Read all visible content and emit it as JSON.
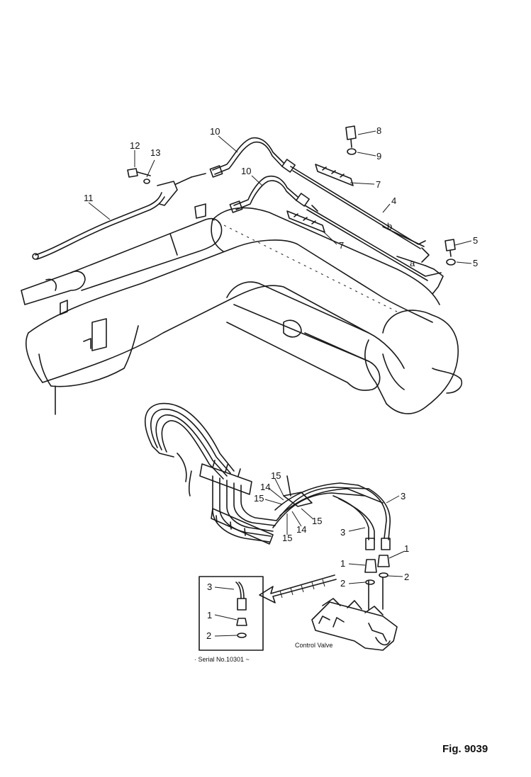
{
  "callouts": {
    "c1a": "1",
    "c1b": "1",
    "c1c": "1",
    "c2a": "2",
    "c2b": "2",
    "c2c": "2",
    "c3a": "3",
    "c3b": "3",
    "c3c": "3",
    "c4": "4",
    "c5a": "5",
    "c5b": "5",
    "c7a": "7",
    "c7b": "7",
    "c8": "8",
    "c9": "9",
    "c10a": "10",
    "c10b": "10",
    "c11": "11",
    "c12": "12",
    "c13": "13",
    "c14a": "14",
    "c14b": "14",
    "c15a": "15",
    "c15b": "15",
    "c15c": "15",
    "c15d": "15",
    "ca": "a",
    "cb": "b"
  },
  "control_valve_label": "Control Valve",
  "serial_note": "· Serial No.10301 ~",
  "figure_number": "Fig. 9039"
}
